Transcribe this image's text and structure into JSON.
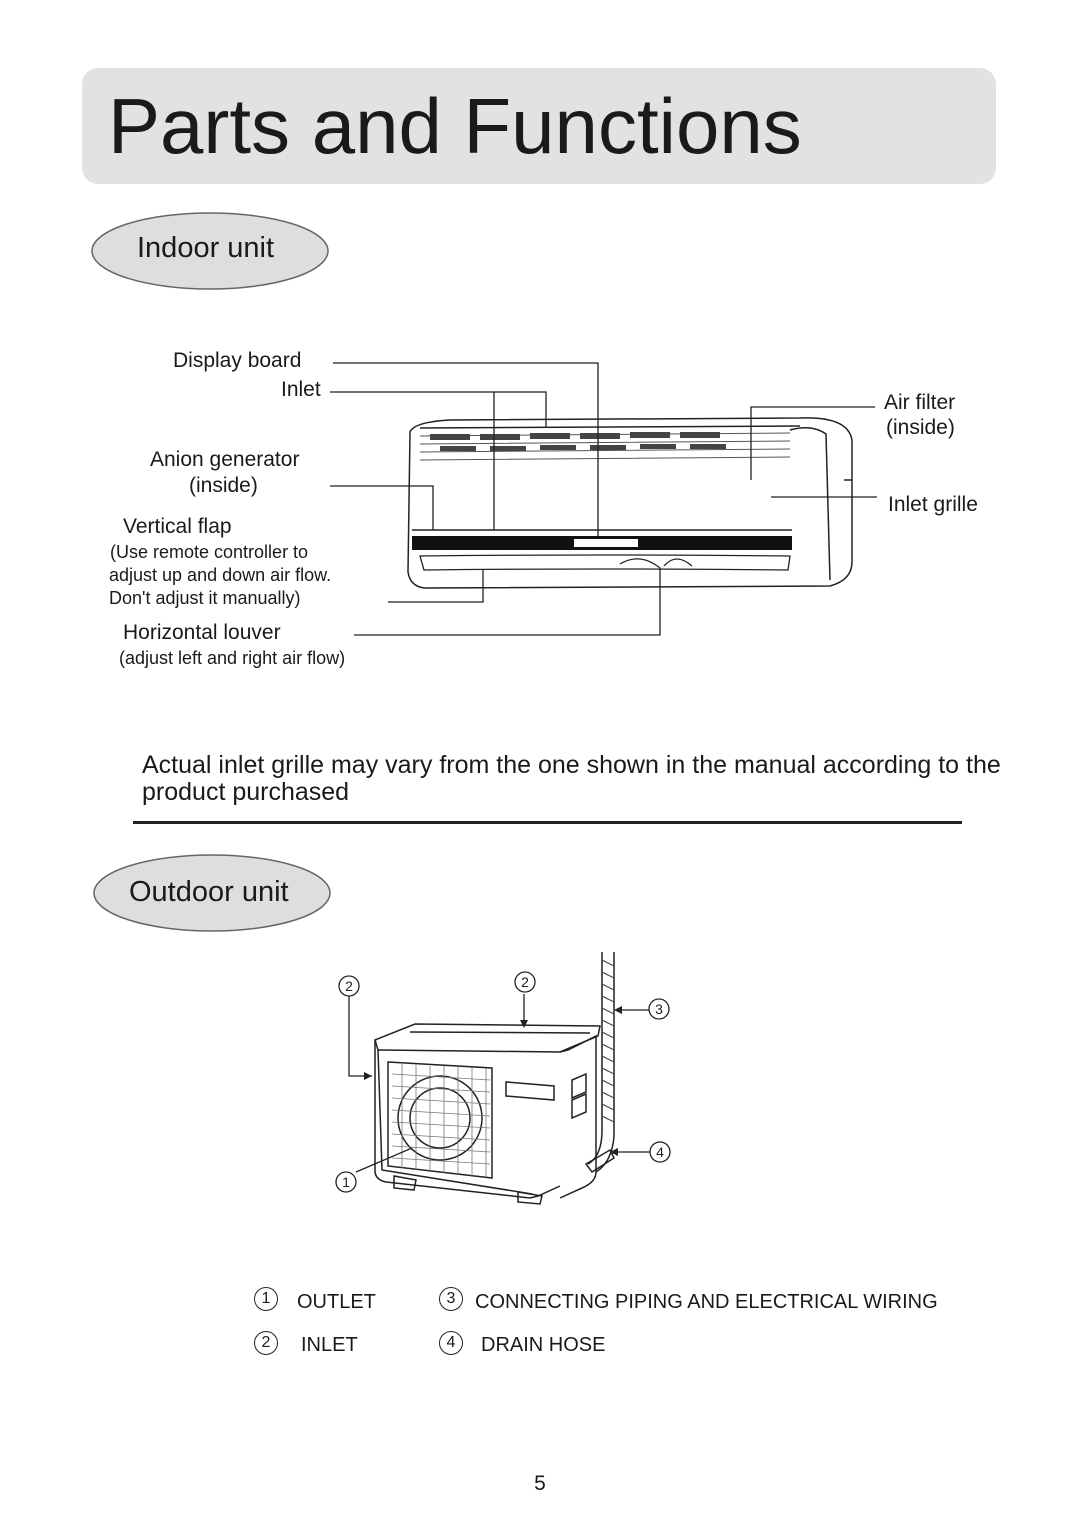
{
  "page": {
    "title": "Parts and Functions",
    "number": "5"
  },
  "indoor": {
    "heading": "Indoor unit",
    "labels": {
      "display_board": "Display board",
      "inlet": "Inlet",
      "anion_line1": "Anion generator",
      "anion_line2": "(inside)",
      "vertical_flap": "Vertical flap",
      "vertical_flap_note1": "(Use remote controller to",
      "vertical_flap_note2": "adjust up and down air flow.",
      "vertical_flap_note3": "Don't adjust it manually)",
      "horizontal_louver": "Horizontal louver",
      "horizontal_louver_note": "(adjust left and right air flow)",
      "air_filter_line1": "Air filter",
      "air_filter_line2": "(inside)",
      "inlet_grille": "Inlet grille"
    },
    "note": "Actual inlet grille may vary from the one shown in the manual according to the product purchased"
  },
  "outdoor": {
    "heading": "Outdoor unit",
    "callouts": {
      "c1": "1",
      "c2a": "2",
      "c2b": "2",
      "c3": "3",
      "c4": "4"
    },
    "legend": [
      {
        "num": "1",
        "label": "OUTLET"
      },
      {
        "num": "3",
        "label": "CONNECTING PIPING AND ELECTRICAL WIRING"
      },
      {
        "num": "2",
        "label": "INLET"
      },
      {
        "num": "4",
        "label": "DRAIN HOSE"
      }
    ]
  }
}
